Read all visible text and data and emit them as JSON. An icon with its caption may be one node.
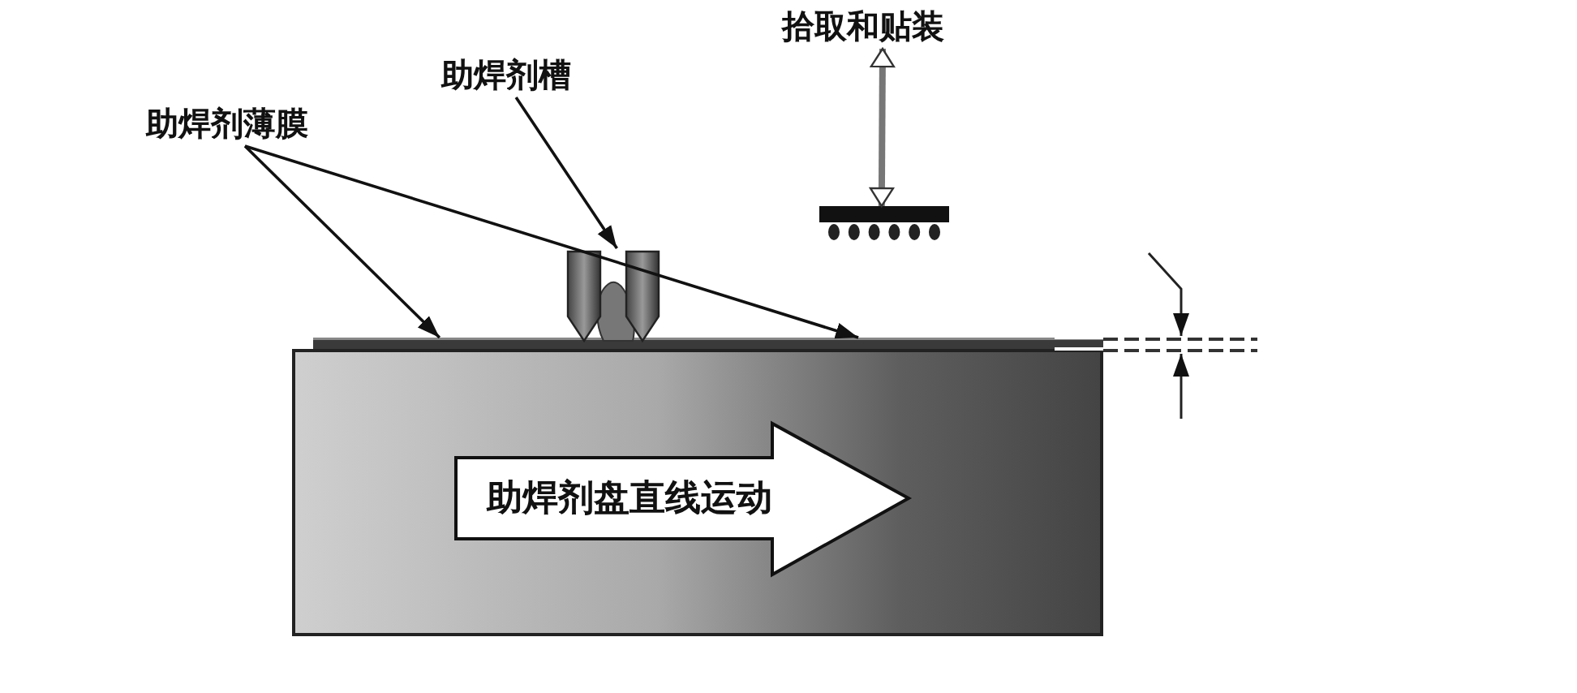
{
  "diagram": {
    "nodes": [
      {
        "text": [
          "助焊剂薄膜"
        ]
      },
      {
        "text": [],
        "shape": "bar"
      },
      {
        "text": [
          "助焊剂槽"
        ]
      },
      {
        "text": [],
        "shape": "picture"
      },
      {
        "text": [
          "拾取和贴装"
        ]
      },
      {
        "text": [],
        "shape": "picture"
      },
      {
        "text": [],
        "shape": "box"
      },
      {
        "text": [
          "助焊剂盘直线运动"
        ],
        "in": 6
      }
    ],
    "edges": [
      {
        "from": 0,
        "to": 1,
        "arrow": "to"
      },
      {
        "from": 0,
        "to": 1,
        "arrow": "to"
      },
      {
        "from": 2,
        "to": 3,
        "arrow": "to"
      },
      {
        "from": 4,
        "to": 5,
        "arrow": "both",
        "style": "thick",
        "color": "#777777"
      }
    ]
  }
}
